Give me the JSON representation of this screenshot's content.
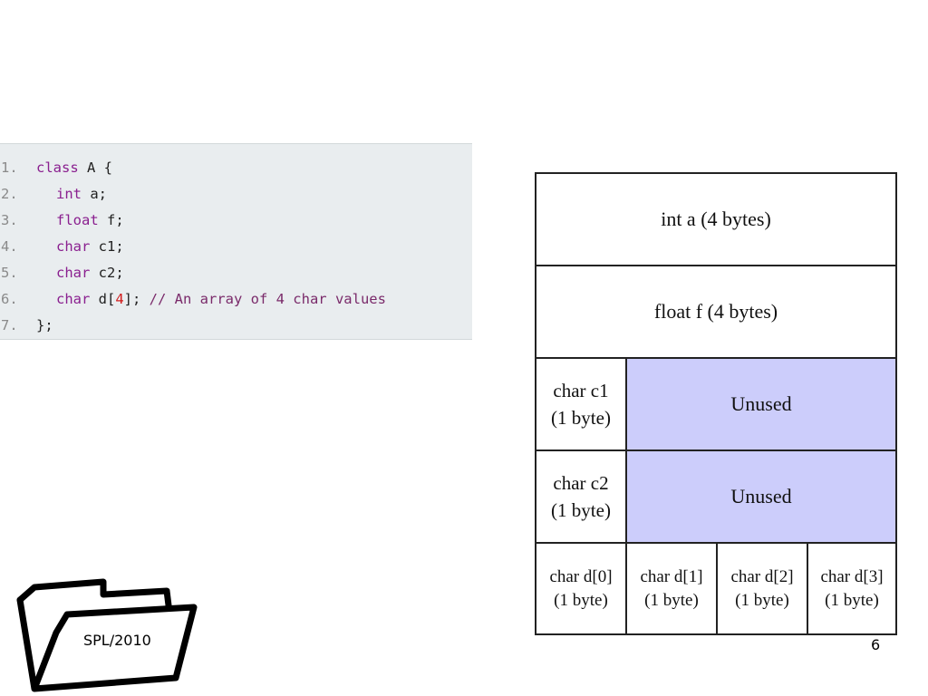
{
  "code": {
    "lines": [
      {
        "num": "1.",
        "parts": [
          {
            "t": "class",
            "c": "kw"
          },
          {
            "t": " A {",
            "c": ""
          }
        ]
      },
      {
        "num": "2.",
        "parts": [
          {
            "t": "int",
            "c": "kw"
          },
          {
            "t": " a;",
            "c": ""
          }
        ]
      },
      {
        "num": "3.",
        "parts": [
          {
            "t": "float",
            "c": "kw"
          },
          {
            "t": " f;",
            "c": ""
          }
        ]
      },
      {
        "num": "4.",
        "parts": [
          {
            "t": "char",
            "c": "kw"
          },
          {
            "t": " c1;",
            "c": ""
          }
        ]
      },
      {
        "num": "5.",
        "parts": [
          {
            "t": "char",
            "c": "kw"
          },
          {
            "t": " c2;",
            "c": ""
          }
        ]
      },
      {
        "num": "6.",
        "parts": [
          {
            "t": "char",
            "c": "kw"
          },
          {
            "t": " d[",
            "c": ""
          },
          {
            "t": "4",
            "c": "num"
          },
          {
            "t": "]; ",
            "c": ""
          },
          {
            "t": "// An array of 4 char values",
            "c": "cm"
          }
        ]
      },
      {
        "num": "7.",
        "parts": [
          {
            "t": "};",
            "c": ""
          }
        ]
      }
    ]
  },
  "memory_layout": {
    "int_a": "int a (4 bytes)",
    "float_f": "float f (4 bytes)",
    "char_c1": [
      "char c1",
      "(1 byte)"
    ],
    "char_c2": [
      "char c2",
      "(1 byte)"
    ],
    "unused": "Unused",
    "d": [
      [
        "char d[0]",
        "(1 byte)"
      ],
      [
        "char d[1]",
        "(1 byte)"
      ],
      [
        "char d[2]",
        "(1 byte)"
      ],
      [
        "char d[3]",
        "(1 byte)"
      ]
    ]
  },
  "colors": {
    "unused_fill": "#cccdfb",
    "keyword": "#8a1f8f",
    "number": "#d21c1c"
  },
  "footer": {
    "text": "SPL/2010",
    "page_number": "6"
  }
}
